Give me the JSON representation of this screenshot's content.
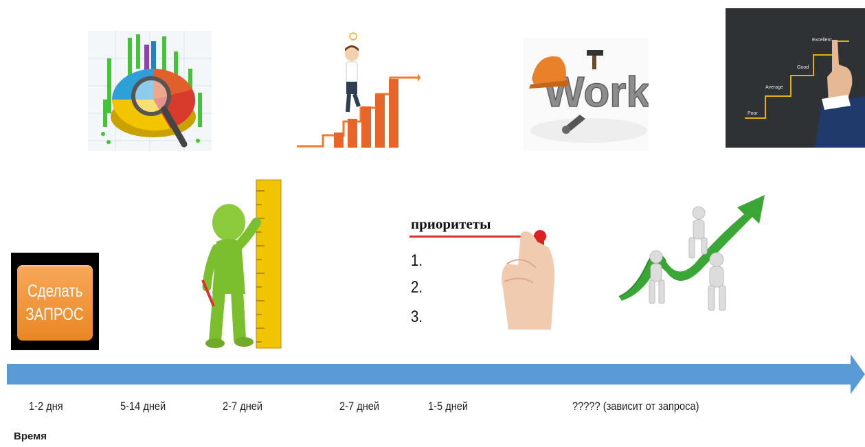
{
  "button": {
    "line1": "Сделать",
    "line2": "ЗАПРОС"
  },
  "priorities": {
    "title": "приоритеты",
    "items": [
      "1.",
      "2.",
      "3."
    ]
  },
  "work_image": {
    "text": "Work"
  },
  "stairs_image": {
    "steps": [
      "Poor",
      "Average",
      "Good",
      "Excellent"
    ]
  },
  "timeline": {
    "arrow_color": "#5b9bd5",
    "labels": [
      "1-2 дня",
      "5-14 дней",
      "2-7 дней",
      "2-7 дней",
      "1-5 дней",
      "????? (зависит от запроса)"
    ],
    "axis_title": "Время"
  },
  "icons": [
    "chart-magnifier-icon",
    "growth-stairs-icon",
    "work-helmet-icon",
    "chalkboard-stairs-icon",
    "ruler-figure-icon",
    "priorities-hand-icon",
    "success-arrow-icon",
    "request-button-icon"
  ]
}
